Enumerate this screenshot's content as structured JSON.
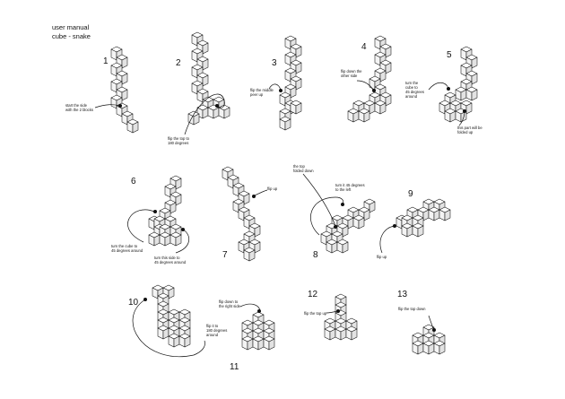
{
  "manual": {
    "title_line1": "user manual",
    "title_line2": "cube - snake"
  },
  "steps": [
    {
      "number": "1",
      "notes": [
        "start the side",
        "with the 2 blocks"
      ]
    },
    {
      "number": "2",
      "notes": [
        "flip the top to",
        "180 degrees"
      ]
    },
    {
      "number": "3",
      "notes": [
        "flip the middle",
        "peer up"
      ]
    },
    {
      "number": "4",
      "notes": [
        "flip down the",
        "other side"
      ]
    },
    {
      "number": "5",
      "notes": [
        "turn the",
        "cube to",
        "45 degrees",
        "around",
        "this part will be",
        "folded up"
      ]
    },
    {
      "number": "6",
      "notes": [
        "turn the cube to",
        "45 degrees around",
        "turn this side to",
        "45 degrees around"
      ]
    },
    {
      "number": "7",
      "notes": [
        "flip up"
      ]
    },
    {
      "number": "8",
      "notes": [
        "the top",
        "folded down",
        "turn it 45 degrees",
        "to the left"
      ]
    },
    {
      "number": "9",
      "notes": [
        "flip up"
      ]
    },
    {
      "number": "10",
      "notes": [
        "flip it to",
        "180 degrees",
        "around"
      ]
    },
    {
      "number": "11",
      "notes": [
        "flip down to",
        "the right side"
      ]
    },
    {
      "number": "12",
      "notes": [
        "flip the top up"
      ]
    },
    {
      "number": "13",
      "notes": [
        "flip the top down"
      ]
    }
  ],
  "colors": {
    "ink": "#111111",
    "face_top": "#ffffff",
    "face_left": "#f4f4f4",
    "face_right": "#e3e3e3"
  }
}
